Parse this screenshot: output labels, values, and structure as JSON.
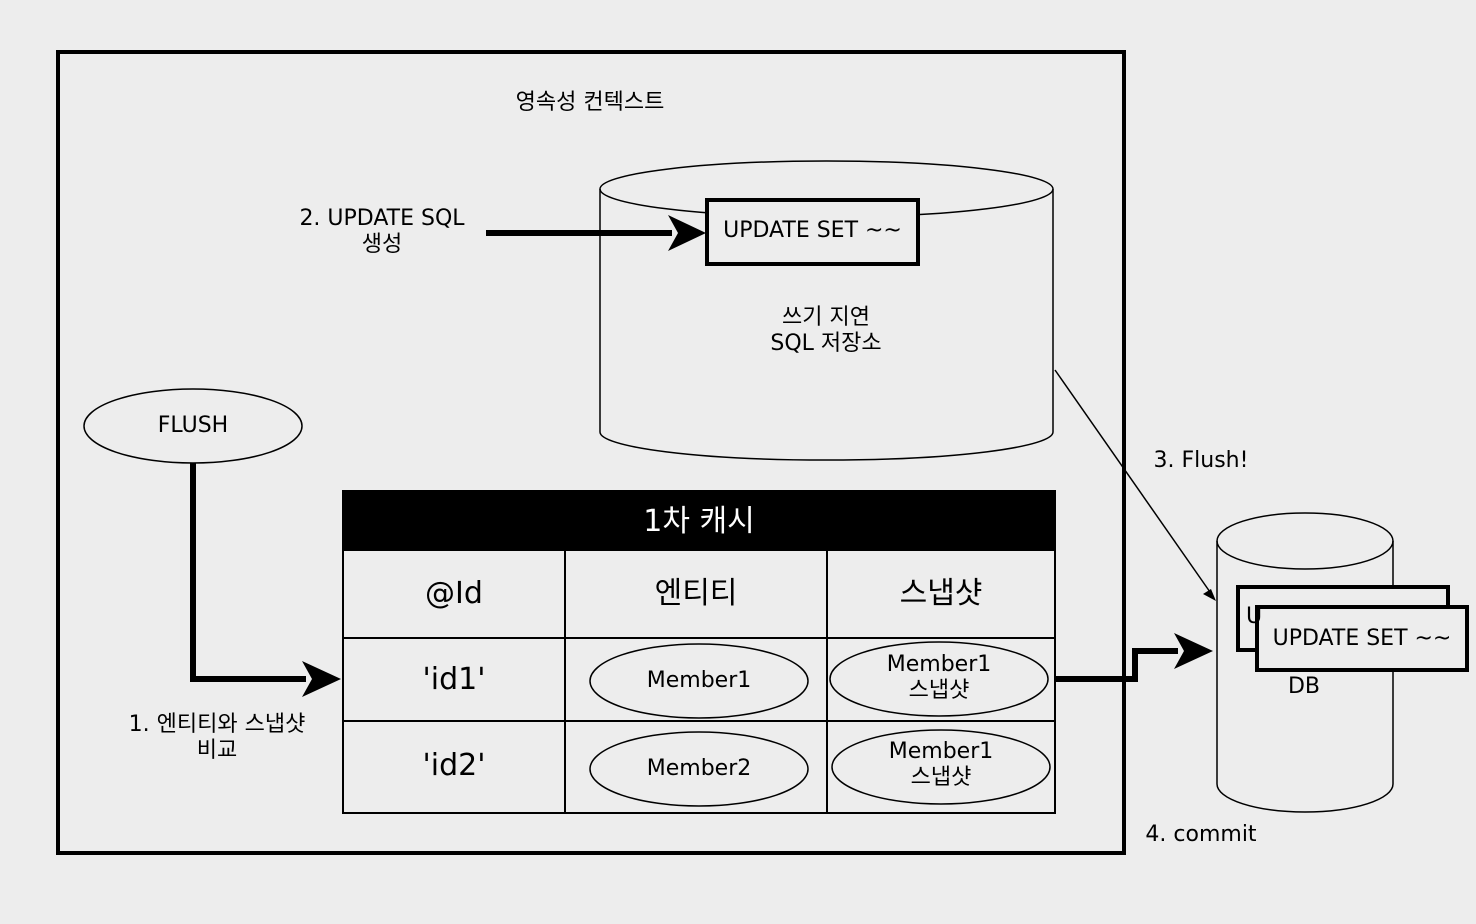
{
  "context": {
    "title": "영속성 컨텍스트"
  },
  "sql_store": {
    "entry": "UPDATE SET ~~",
    "label_line1": "쓰기 지연",
    "label_line2": "SQL 저장소"
  },
  "step2": {
    "line1": "2. UPDATE SQL",
    "line2": "생성"
  },
  "flush_node": {
    "label": "FLUSH"
  },
  "step1": {
    "line1": "1. 엔티티와 스냅샷",
    "line2": "비교"
  },
  "cache": {
    "title": "1차 캐시",
    "headers": [
      "@Id",
      "엔티티",
      "스냅샷"
    ],
    "rows": [
      {
        "id": "'id1'",
        "entity": "Member1",
        "snapshot_line1": "Member1",
        "snapshot_line2": "스냅샷"
      },
      {
        "id": "'id2'",
        "entity": "Member2",
        "snapshot_line1": "Member1",
        "snapshot_line2": "스냅샷"
      }
    ]
  },
  "step3": {
    "label": "3. Flush!"
  },
  "db": {
    "label": "DB",
    "entry": "UPDATE SET ~~",
    "hidden_entry_glyph": "U"
  },
  "step4": {
    "label": "4. commit"
  }
}
